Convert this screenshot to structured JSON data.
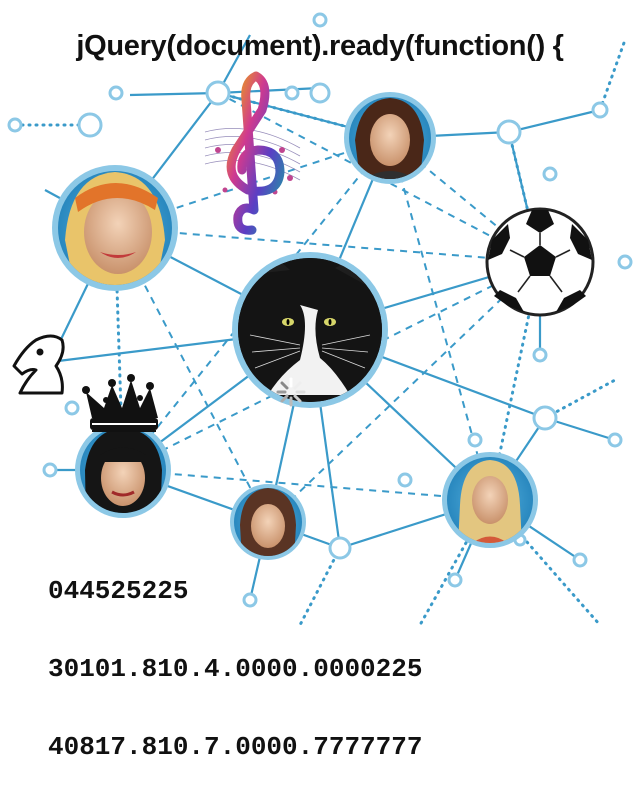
{
  "title": "jQuery(document).ready(function() {",
  "codes": [
    "044525225",
    "30101.810.4.0000.0000225",
    "40817.810.7.0000.7777777"
  ],
  "nodes": [
    {
      "id": "center",
      "kind": "cat photo",
      "icon": "cat-photo"
    },
    {
      "id": "woman-top",
      "kind": "portrait photo",
      "icon": "portrait-woman-top"
    },
    {
      "id": "girl-left",
      "kind": "portrait photo",
      "icon": "portrait-girl-headband"
    },
    {
      "id": "girl-bottom-left",
      "kind": "portrait photo",
      "icon": "portrait-girl-crowned"
    },
    {
      "id": "woman-bottom",
      "kind": "portrait photo",
      "icon": "portrait-woman-bottom"
    },
    {
      "id": "girl-bottom-right",
      "kind": "portrait photo",
      "icon": "portrait-girl-blonde"
    }
  ],
  "icons": [
    "treble-clef-icon",
    "soccer-ball-icon",
    "chess-knight-icon",
    "crown-icon",
    "loading-spinner-icon"
  ],
  "colors": {
    "network_line": "#3a9ac9",
    "node_ring": "#8cc8e6",
    "text": "#111111"
  }
}
